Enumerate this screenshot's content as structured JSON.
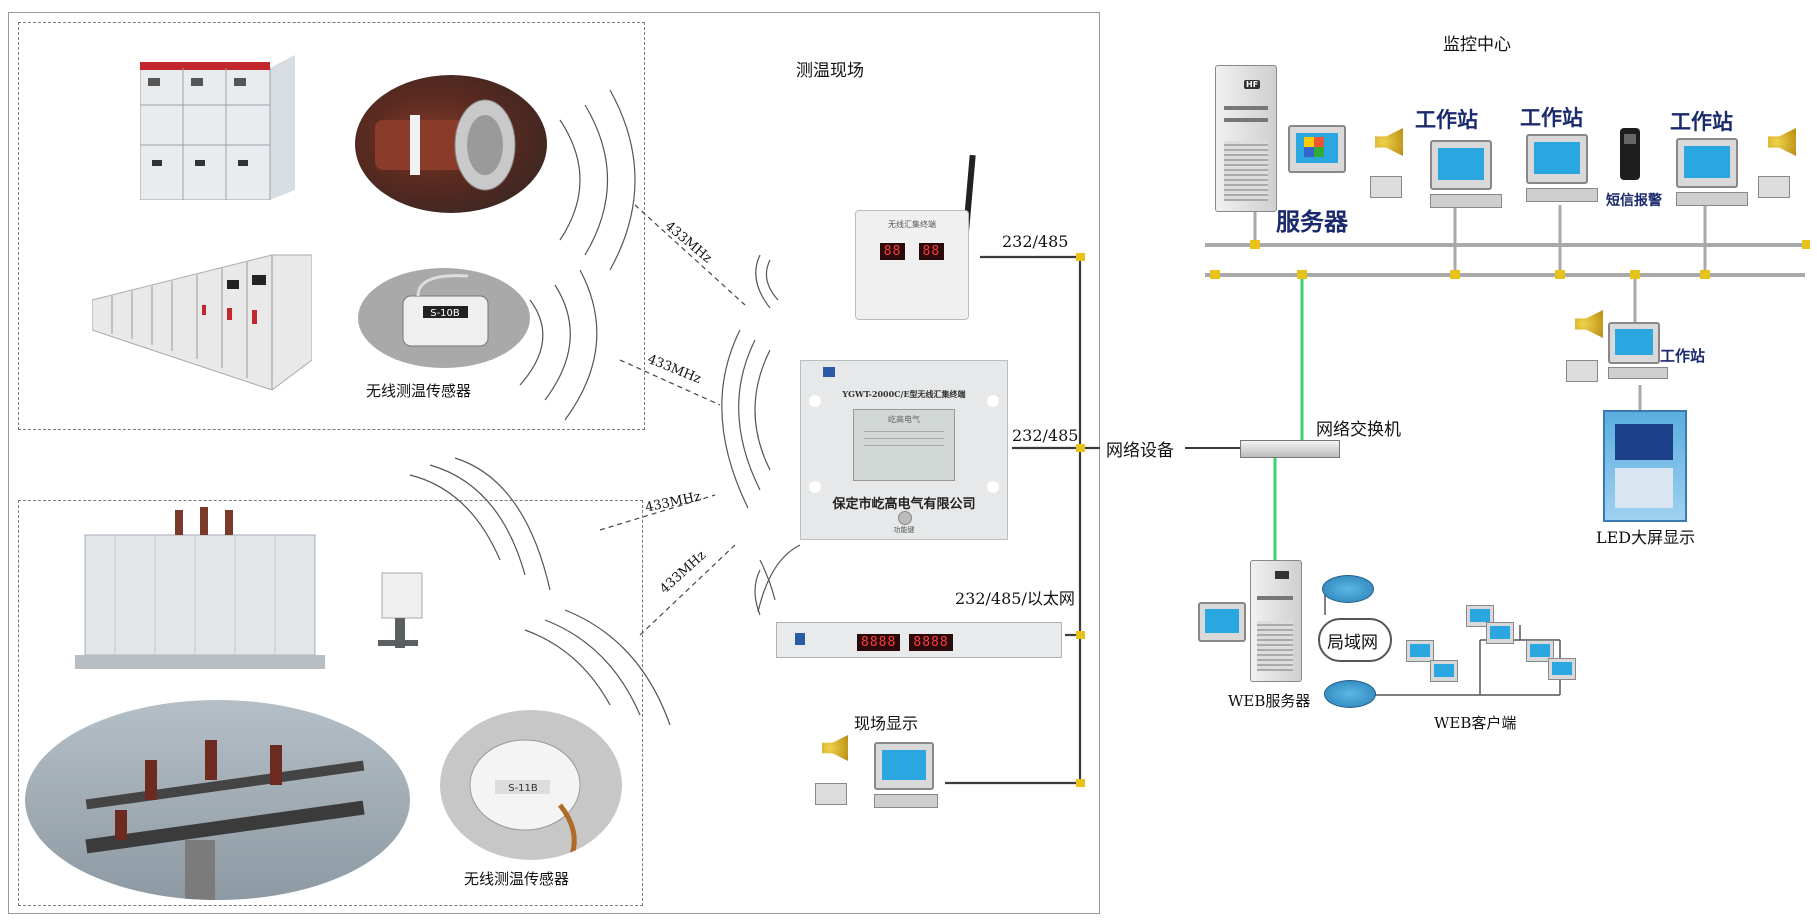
{
  "field_title": "测温现场",
  "control_center_title": "监控中心",
  "sensor_label_top": "无线测温传感器",
  "sensor_label_bottom": "无线测温传感器",
  "freq_labels": [
    "433MHz",
    "433MHz",
    "433MHz",
    "433MHz"
  ],
  "link_labels": {
    "receiver": "232/485",
    "terminal": "232/485",
    "display_unit": "232/485/以太网"
  },
  "terminal_panel": {
    "model": "YGWT-2000C/E型无线汇集终端",
    "company": "保定市屹高电气有限公司",
    "screen_title": "屹高电气",
    "led": "功能键"
  },
  "receiver_panel_title": "无线汇集终端",
  "receiver_digits": [
    "88",
    "88"
  ],
  "rack_digits": [
    "8888",
    "8888"
  ],
  "field_display": "现场显示",
  "network_device": "网络设备",
  "switch_label": "网络交换机",
  "server_label": "服务器",
  "workstation_labels": [
    "工作站",
    "工作站",
    "工作站",
    "工作站"
  ],
  "sms_label": "短信报警",
  "led_screen_label": "LED大屏显示",
  "web_server_label": "WEB服务器",
  "lan_label": "局域网",
  "web_client_label": "WEB客户端",
  "sensor_tags": [
    "S-10B",
    "S-11B"
  ],
  "server_badge": "HF",
  "colors": {
    "bus": "#a9a9a9",
    "green_link": "#3bd16f",
    "joint": "#e6c21a",
    "monitor": "#2aa7e0"
  }
}
